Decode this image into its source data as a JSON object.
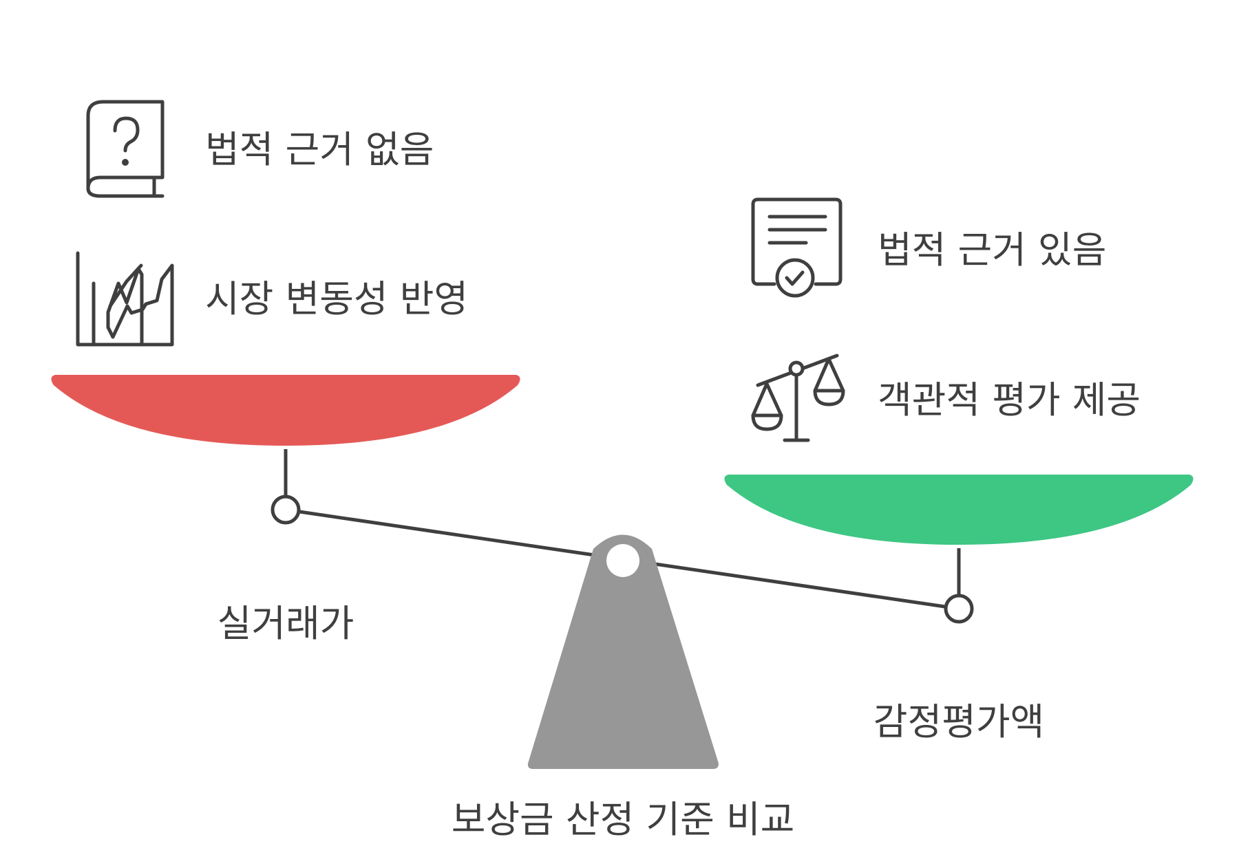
{
  "title": "보상금 산정 기준 비교",
  "left": {
    "label": "실거래가",
    "color": "#e45956",
    "points": [
      {
        "icon": "question-book-icon",
        "text": "법적 근거 없음"
      },
      {
        "icon": "volatile-chart-icon",
        "text": "시장 변동성 반영"
      }
    ]
  },
  "right": {
    "label": "감정평가액",
    "color": "#3ec683",
    "points": [
      {
        "icon": "certified-document-icon",
        "text": "법적 근거 있음"
      },
      {
        "icon": "balance-scale-icon",
        "text": "객관적 평가 제공"
      }
    ]
  },
  "fulcrum_color": "#979797",
  "beam_color": "#3f3f3f"
}
